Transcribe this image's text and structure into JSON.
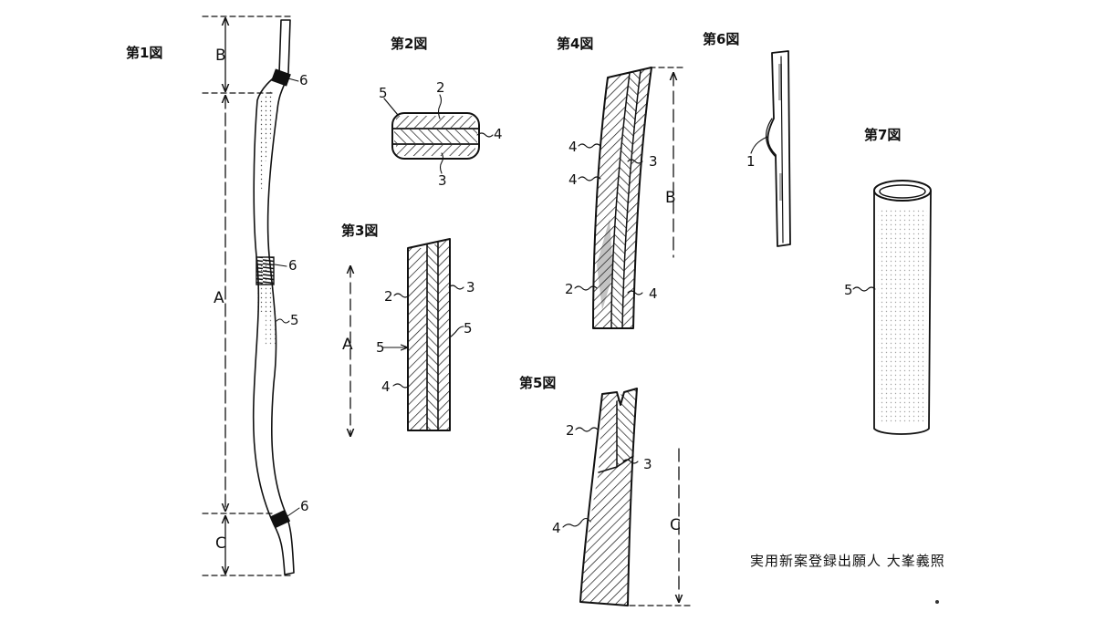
{
  "figures": {
    "fig1": {
      "label": "第1図",
      "dims": {
        "top": "B",
        "middle": "A",
        "bottom": "C"
      },
      "parts": {
        "band_top": "6",
        "band_middle": "6",
        "band_bottom": "6",
        "sleeve": "5"
      }
    },
    "fig2": {
      "label": "第2図",
      "parts": {
        "p5": "5",
        "p2": "2",
        "p4": "4",
        "p3": "3"
      }
    },
    "fig3": {
      "label": "第3図",
      "dim": "A",
      "parts": {
        "p2": "2",
        "p3": "3",
        "p5_left": "5",
        "p5_right": "5",
        "p4": "4"
      }
    },
    "fig4": {
      "label": "第4図",
      "dim": "B",
      "parts": {
        "p4_a": "4",
        "p3": "3",
        "p4_b": "4",
        "p2": "2",
        "p4_c": "4"
      }
    },
    "fig5": {
      "label": "第5図",
      "dim": "C",
      "parts": {
        "p2": "2",
        "p3": "3",
        "p4": "4"
      }
    },
    "fig6": {
      "label": "第6図",
      "parts": {
        "p1": "1"
      }
    },
    "fig7": {
      "label": "第7図",
      "parts": {
        "p5": "5"
      }
    }
  },
  "applicant_note": "実用新案登録出願人 大峯義照"
}
